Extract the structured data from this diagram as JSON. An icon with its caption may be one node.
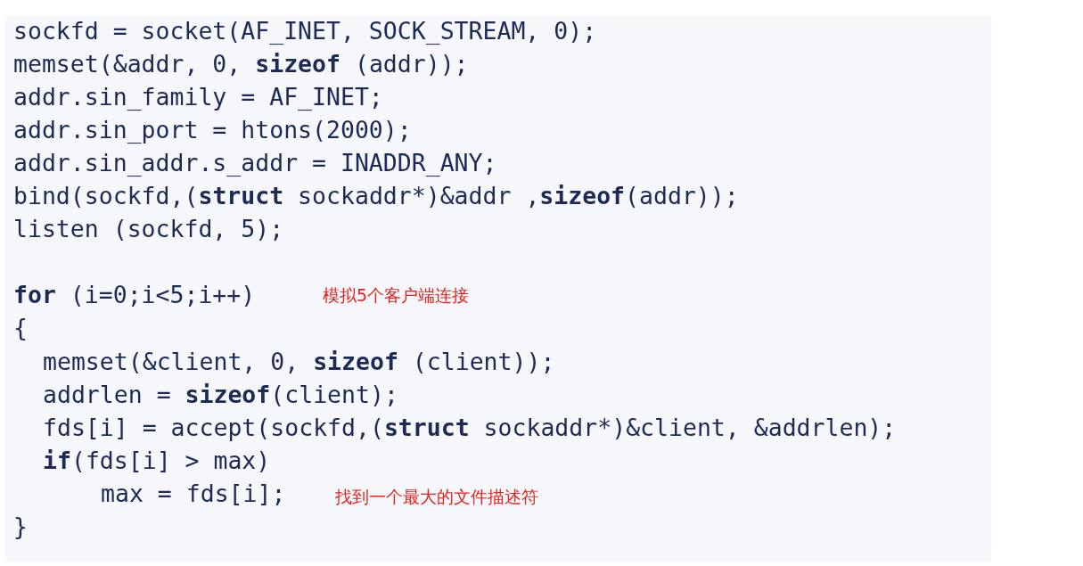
{
  "diagram": {
    "labels": [
      "sockfd = socket(AF_INET, SOCK_STREAM, 0);",
      "memset(&addr, 0, **sizeof** (addr));",
      "addr.sin_family = AF_INET;",
      "addr.sin_port = htons(2000);",
      "addr.sin_addr.s_addr = INADDR_ANY;",
      "bind(sockfd,(**struct** sockaddr*)&addr ,**sizeof**(addr));",
      "listen (sockfd, 5);",
      "**for** (i=0;i<5;i++)",
      "模拟5个客户端连接",
      "{",
      "memset(&client, 0, **sizeof** (client));",
      "addrlen = **sizeof**(client);",
      "fds[i] = accept(sockfd,(**struct** sockaddr*)&client, &addrlen);",
      "**if**(fds[i] > max)",
      "max = fds[i];",
      "找到一个最大的文件描述符",
      "}"
    ]
  }
}
